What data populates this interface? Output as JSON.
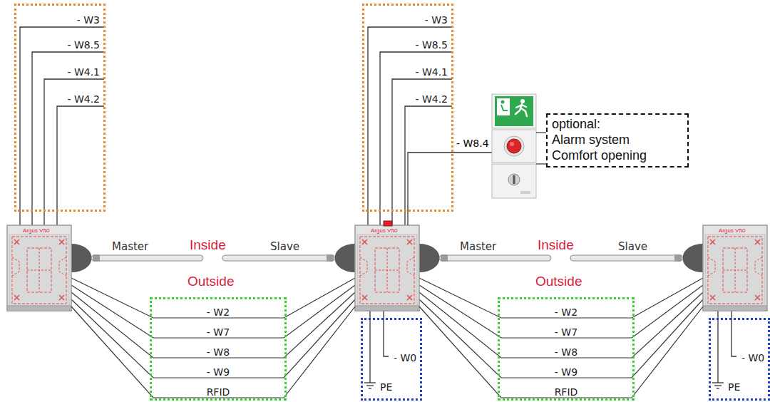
{
  "diagram": {
    "nodes": [
      {
        "text": [
          "- W3",
          "- W8.5",
          "- W4.1",
          "- W4.2"
        ]
      },
      {
        "text": [
          "- W3",
          "- W8.5",
          "- W4.1",
          "- W4.2"
        ]
      },
      {
        "text": [
          "optional:",
          "Alarm system Comfort opening"
        ]
      },
      {
        "text": [
          "Argus V50"
        ]
      },
      {
        "text": [
          "Argus V50"
        ]
      },
      {
        "text": [
          "Argus V50"
        ]
      },
      {
        "text": [
          "- W2",
          "- W7",
          "- W8",
          "- W9",
          "RFID"
        ]
      },
      {
        "text": [
          "- W0",
          "PE"
        ]
      },
      {
        "text": [
          "- W2",
          "- W7",
          "- W8",
          "- W9",
          "RFID"
        ]
      },
      {
        "text": [
          "- W0",
          "PE"
        ]
      }
    ],
    "edges": [
      {
        "from": 3,
        "to": 4,
        "arrow": "none"
      },
      {
        "from": 4,
        "to": 5,
        "arrow": "none"
      }
    ],
    "labels": [
      "Master",
      "Inside",
      "Slave",
      "Outside",
      "Master",
      "Inside",
      "Slave",
      "Outside",
      "- W8.4"
    ]
  }
}
